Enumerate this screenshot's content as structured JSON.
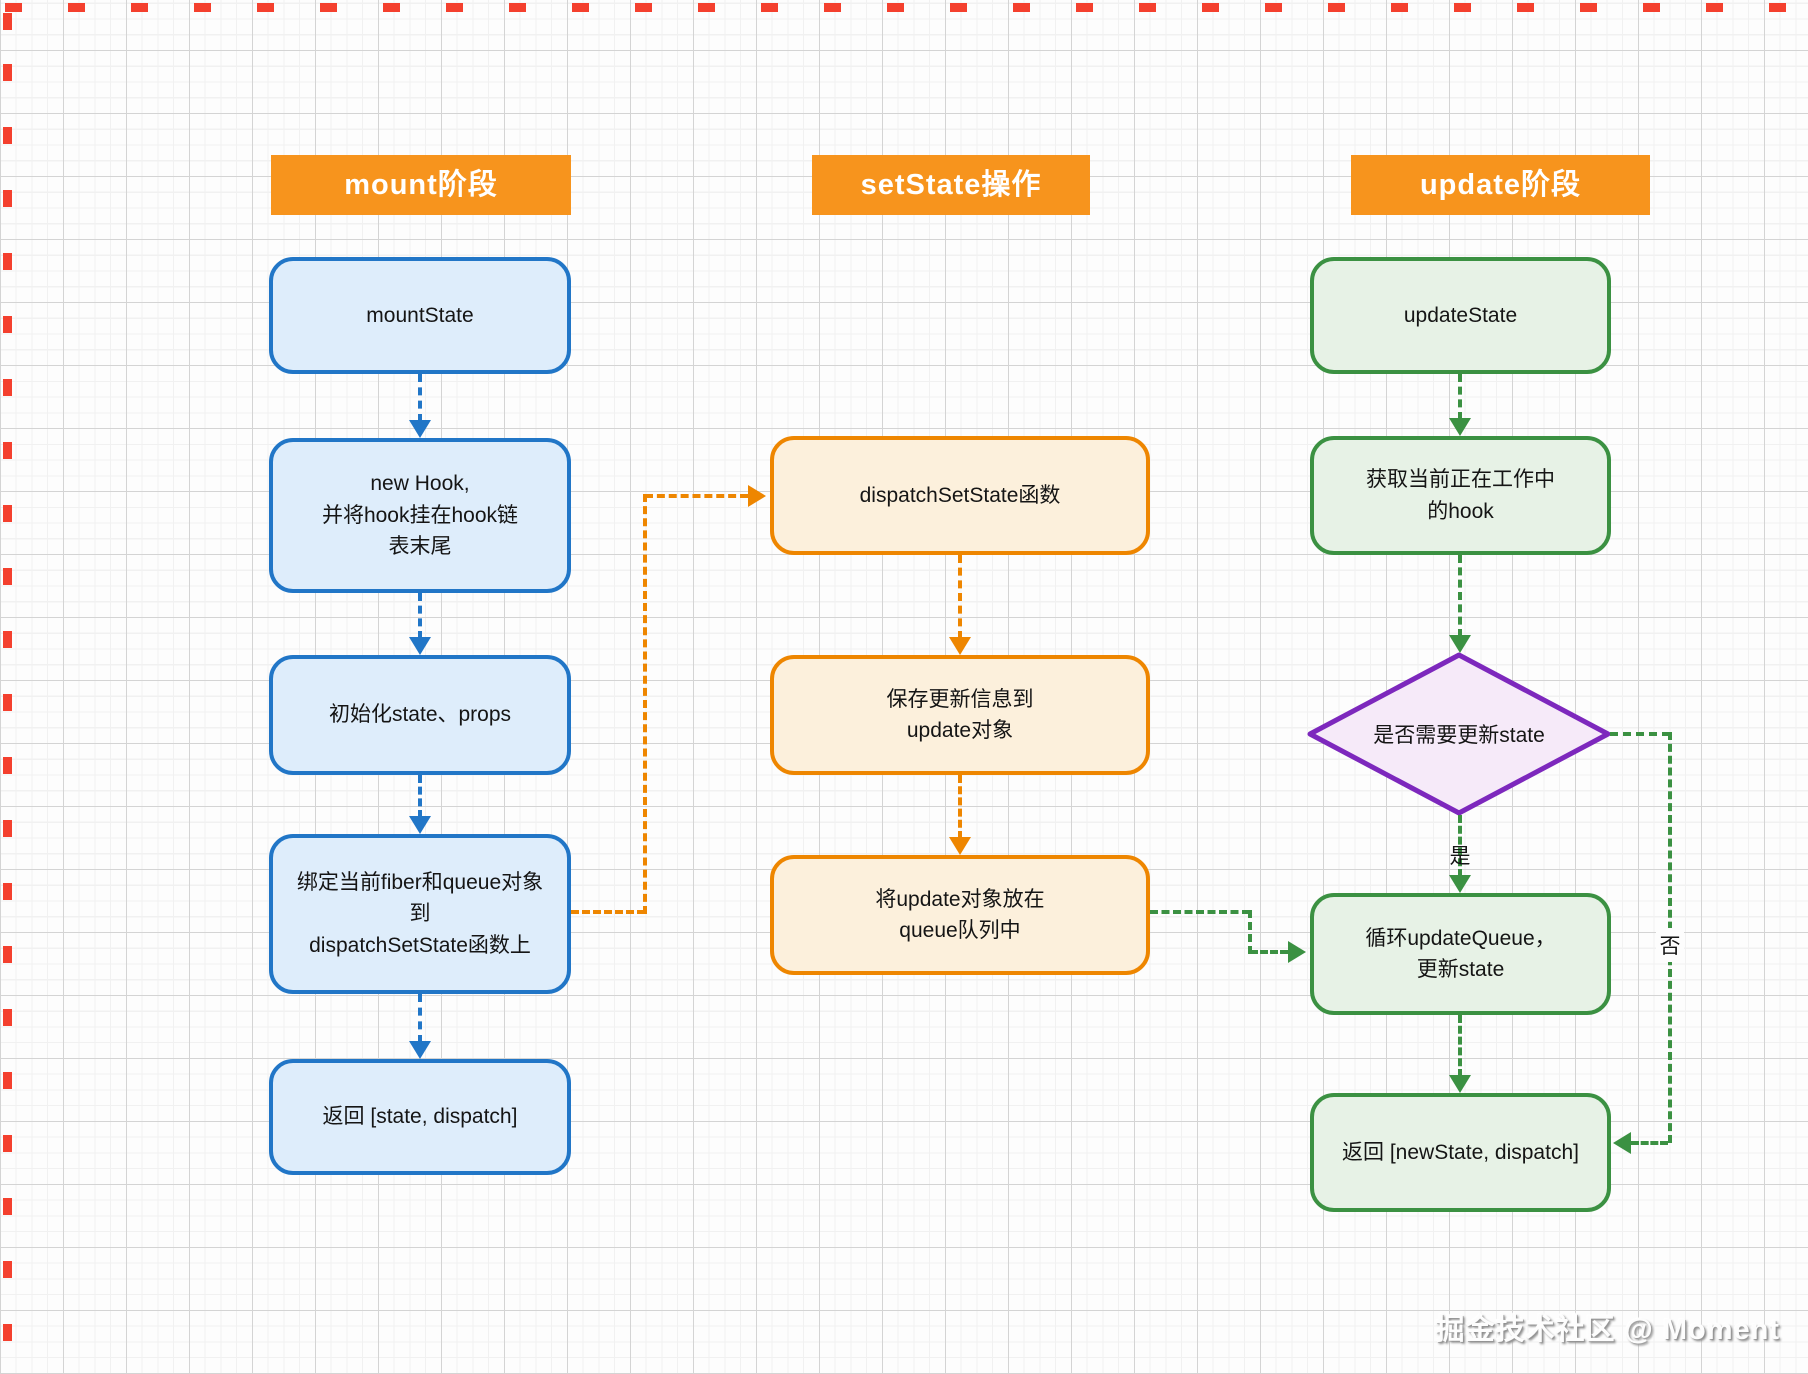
{
  "colors": {
    "header_bg": "#f7941d",
    "blue_border": "#2176c7",
    "blue_fill": "#deedfb",
    "orange_border": "#ee8600",
    "orange_fill": "#fcf0dc",
    "green_border": "#3b9142",
    "green_fill": "#e7f2e6",
    "purple_border": "#7d28bd",
    "purple_fill": "#f6eaf9",
    "edge_tick_red": "#f4402e"
  },
  "columns": [
    {
      "header": "mount阶段",
      "boxes": [
        {
          "text": "mountState"
        },
        {
          "text": "new Hook,\n并将hook挂在hook链\n表末尾"
        },
        {
          "text": "初始化state、props"
        },
        {
          "text": "绑定当前fiber和queue对象\n到\ndispatchSetState函数上"
        },
        {
          "text": "返回 [state, dispatch]"
        }
      ]
    },
    {
      "header": "setState操作",
      "boxes": [
        {
          "text": "dispatchSetState函数"
        },
        {
          "text": "保存更新信息到\nupdate对象"
        },
        {
          "text": "将update对象放在\nqueue队列中"
        }
      ]
    },
    {
      "header": "update阶段",
      "boxes": [
        {
          "text": "updateState"
        },
        {
          "text": "获取当前正在工作中\n的hook"
        },
        {
          "text": "循环updateQueue，\n更新state"
        },
        {
          "text": "返回 [newState, dispatch]"
        }
      ]
    }
  ],
  "decision": {
    "text": "是否需要更新state",
    "yes_label": "是",
    "no_label": "否"
  },
  "watermark": {
    "text": "掘金技术社区 @ Moment"
  }
}
